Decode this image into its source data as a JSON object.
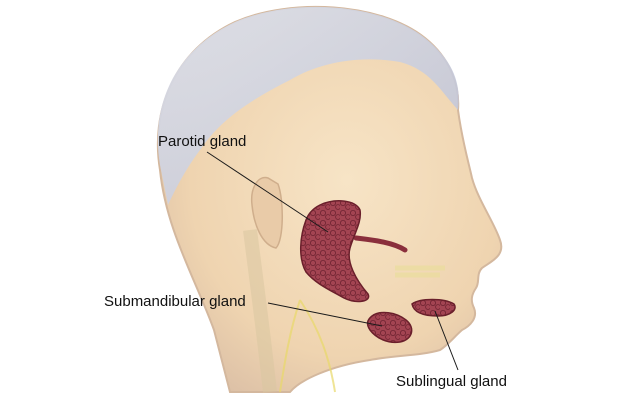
{
  "labels": {
    "parotid": "Parotid gland",
    "submandibular": "Submandibular gland",
    "sublingual": "Sublingual gland"
  },
  "colors": {
    "skin": "#f1d9b6",
    "skin_shade": "#e3c3a0",
    "hair": "#c9cde0",
    "gland": "#9c3d49",
    "gland_dark": "#6a1f2b",
    "duct": "#8a2f3c",
    "leader_line": "#1a1a1a",
    "nerve": "#e8d86a"
  }
}
